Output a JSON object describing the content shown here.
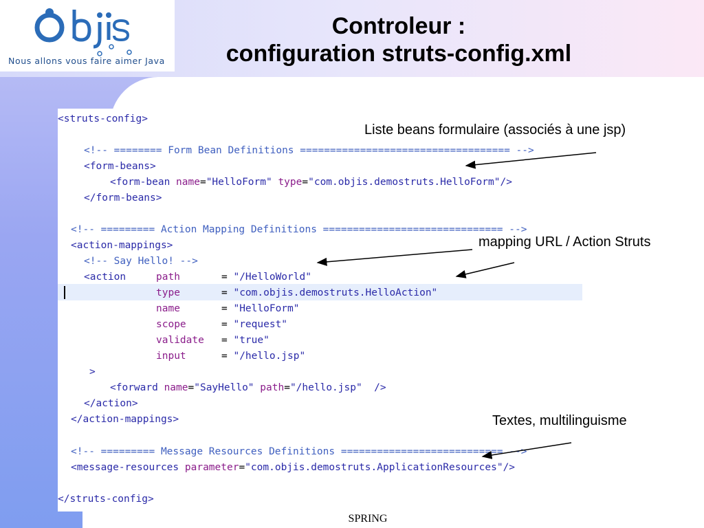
{
  "logo": {
    "wordmark": "Objis",
    "tagline": "Nous allons vous faire aimer Java"
  },
  "title": {
    "line1": "Controleur :",
    "line2": "configuration struts-config.xml"
  },
  "code": {
    "l01": "<struts-config>",
    "l02": "<!-- ======== Form Bean Definitions =================================== -->",
    "l03": "<form-beans>",
    "l04_tag": "<form-bean ",
    "l04_a1": "name",
    "l04_v1": "\"HelloForm\"",
    "l04_a2": "type",
    "l04_v2": "\"com.objis.demostruts.HelloForm\"",
    "l04_end": "/>",
    "l05": "</form-beans>",
    "l06": "<!-- ========= Action Mapping Definitions ============================== -->",
    "l07": "<action-mappings>",
    "l08": "<!-- Say Hello! -->",
    "l09_tag": "<action",
    "l09_a": "path",
    "l09_v": "\"/HelloWorld\"",
    "l10_a": "type",
    "l10_v": "\"com.objis.demostruts.HelloAction\"",
    "l11_a": "name",
    "l11_v": "\"HelloForm\"",
    "l12_a": "scope",
    "l12_v": "\"request\"",
    "l13_a": "validate",
    "l13_v": "\"true\"",
    "l14_a": "input",
    "l14_v": "\"/hello.jsp\"",
    "l15": ">",
    "l16_tag": "<forward ",
    "l16_a1": "name",
    "l16_v1": "\"SayHello\"",
    "l16_a2": "path",
    "l16_v2": "\"/hello.jsp\"",
    "l16_end": "/>",
    "l17": "</action>",
    "l18": "</action-mappings>",
    "l19": "<!-- ========= Message Resources Definitions =========================== -->",
    "l20_tag": "<message-resources ",
    "l20_a": "parameter",
    "l20_v": "\"com.objis.demostruts.ApplicationResources\"",
    "l20_end": "/>",
    "l21": "</struts-config>",
    "eq": "="
  },
  "annotations": {
    "beans": "Liste beans formulaire (associés à une jsp)",
    "mapping": "mapping URL / Action Struts",
    "texts": "Textes, multilinguisme"
  },
  "footer": "SPRING",
  "colors": {
    "tag": "#2a2aa8",
    "attr": "#8a1c8a",
    "comment": "#3f5fbf",
    "highlight": "#e6eefc"
  }
}
